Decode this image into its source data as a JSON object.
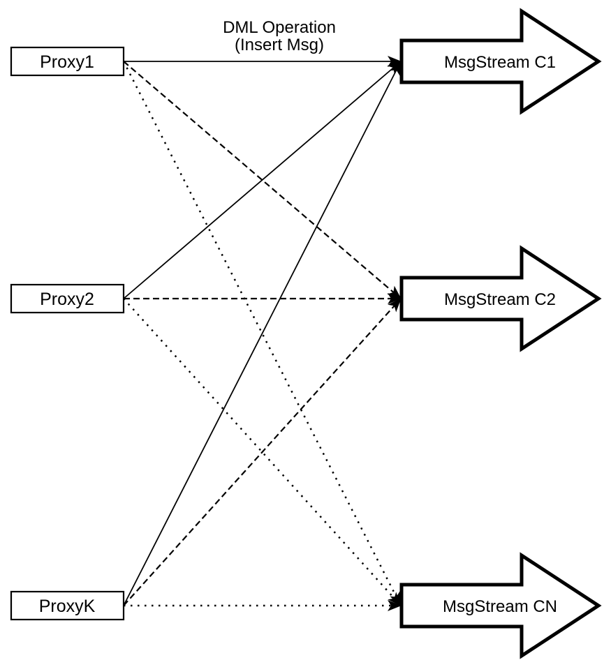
{
  "diagram": {
    "title_line1": "DML Operation",
    "title_line2": "(Insert Msg)",
    "colors": {
      "line": "#000000",
      "shape_fill": "#ffffff",
      "background": "#ffffff"
    },
    "proxies": [
      {
        "id": "proxy1",
        "label": "Proxy1"
      },
      {
        "id": "proxy2",
        "label": "Proxy2"
      },
      {
        "id": "proxyk",
        "label": "ProxyK"
      }
    ],
    "streams": [
      {
        "id": "c1",
        "label": "MsgStream C1"
      },
      {
        "id": "c2",
        "label": "MsgStream C2"
      },
      {
        "id": "cn",
        "label": "MsgStream CN"
      }
    ],
    "connections": [
      {
        "from": "proxy1",
        "to": "c1",
        "style": "solid"
      },
      {
        "from": "proxy1",
        "to": "c2",
        "style": "dashed"
      },
      {
        "from": "proxy1",
        "to": "cn",
        "style": "dotted"
      },
      {
        "from": "proxy2",
        "to": "c1",
        "style": "solid"
      },
      {
        "from": "proxy2",
        "to": "c2",
        "style": "dashed"
      },
      {
        "from": "proxy2",
        "to": "cn",
        "style": "dotted"
      },
      {
        "from": "proxyk",
        "to": "c1",
        "style": "solid"
      },
      {
        "from": "proxyk",
        "to": "c2",
        "style": "dashed"
      },
      {
        "from": "proxyk",
        "to": "cn",
        "style": "dotted"
      }
    ]
  }
}
